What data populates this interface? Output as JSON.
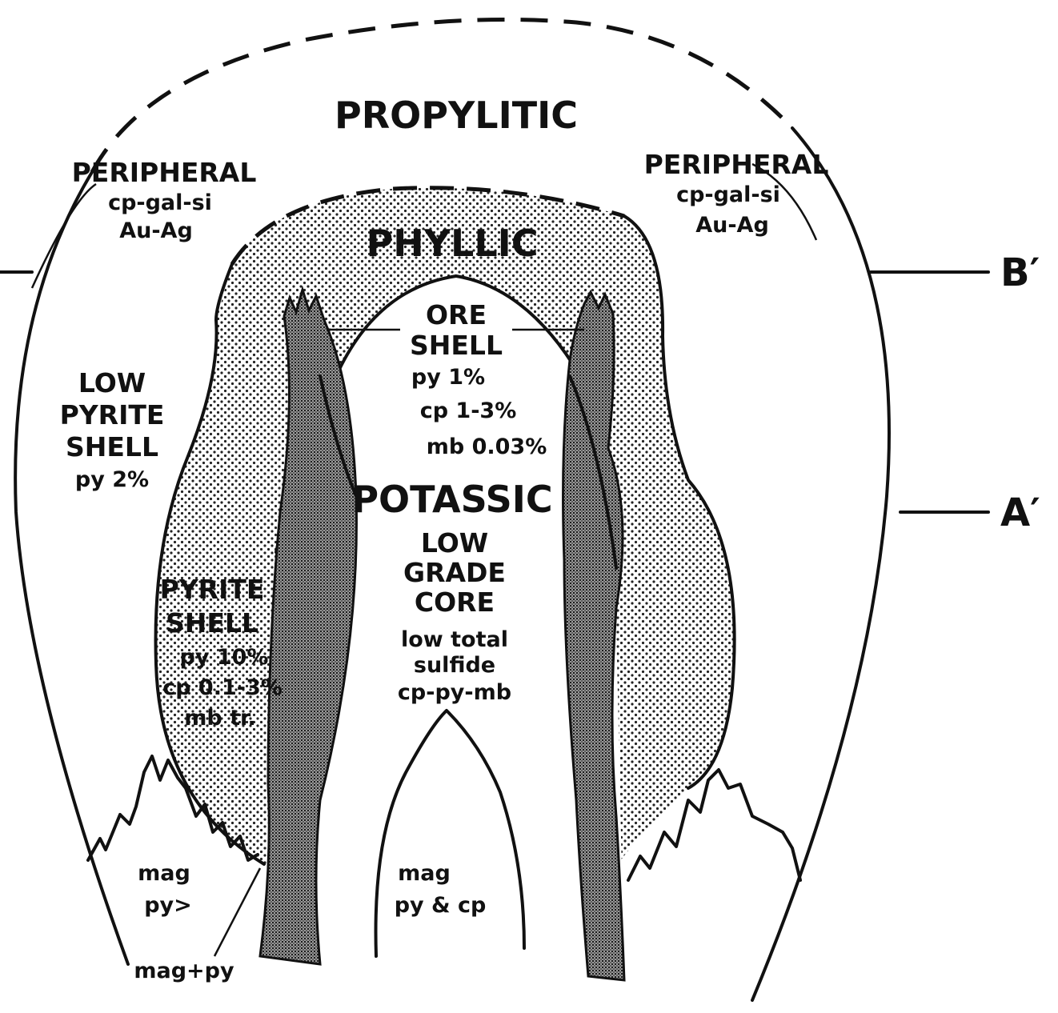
{
  "diagram": {
    "zones": {
      "propylitic": "PROPYLITIC",
      "phyllic": "PHYLLIC",
      "potassic": "POTASSIC"
    },
    "peripheral_left": {
      "title": "PERIPHERAL",
      "line1": "cp-gal-si",
      "line2": "Au-Ag"
    },
    "peripheral_right": {
      "title": "PERIPHERAL",
      "line1": "cp-gal-si",
      "line2": "Au-Ag"
    },
    "low_pyrite_shell": {
      "line1": "LOW",
      "line2": "PYRITE",
      "line3": "SHELL",
      "line4": "py 2%"
    },
    "pyrite_shell": {
      "line1": "PYRITE",
      "line2": "SHELL",
      "line3": "py 10%",
      "line4": "cp 0.1-3%",
      "line5": "mb tr."
    },
    "ore_shell": {
      "line1": "ORE",
      "line2": "SHELL",
      "line3": "py 1%",
      "line4": "cp 1-3%",
      "line5": "mb 0.03%"
    },
    "core": {
      "line1": "LOW",
      "line2": "GRADE",
      "line3": "CORE",
      "line4": "low total",
      "line5": "sulfide",
      "line6": "cp-py-mb"
    },
    "bottom_left": {
      "line1": "mag",
      "line2": "py>"
    },
    "bottom_center": {
      "line1": "mag",
      "line2": "py & cp"
    },
    "mag_py": "mag+py",
    "levels": {
      "b_prime": "B′",
      "a_prime": "A′"
    }
  }
}
